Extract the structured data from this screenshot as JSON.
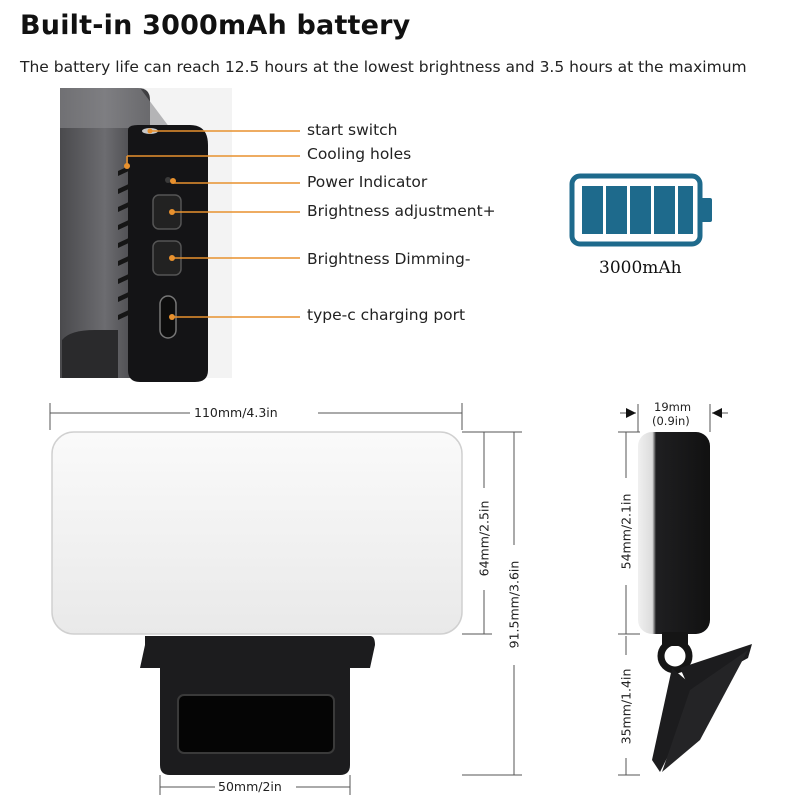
{
  "header": {
    "title": "Built-in 3000mAh battery",
    "subtitle": "The battery life can reach 12.5 hours at the lowest brightness and 3.5 hours at the maximum"
  },
  "callouts": {
    "start_switch": "start switch",
    "cooling_holes": "Cooling holes",
    "power_indicator": "Power Indicator",
    "brightness_up": "Brightness adjustment+",
    "brightness_down": "Brightness Dimming-",
    "charging_port": "type-c charging port"
  },
  "battery": {
    "label": "3000mAh",
    "color": "#1e6a8c"
  },
  "dimensions": {
    "width": "110mm/4.3in",
    "panel_height": "64mm/2.5in",
    "total_height": "91.5mm/3.6in",
    "clip_width": "50mm/2in",
    "depth_line1": "19mm",
    "depth_line2": "(0.9in)",
    "side_height": "54mm/2.1in",
    "clip_height": "35mm/1.4in"
  },
  "colors": {
    "accent": "#e8912e",
    "device_dark": "#1c1c1e",
    "panel_white": "#f4f4f4"
  }
}
